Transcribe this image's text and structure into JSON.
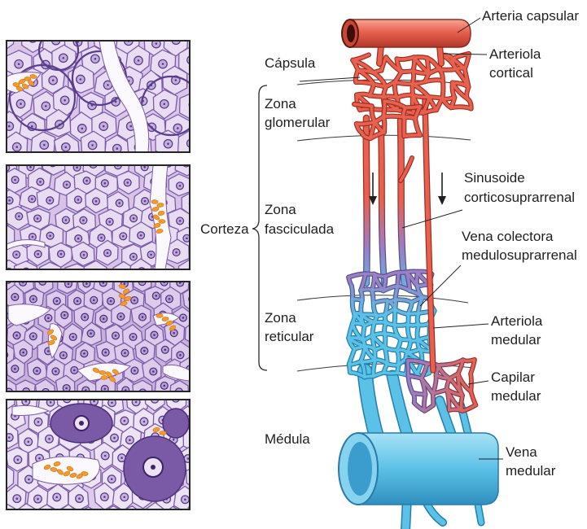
{
  "diagram": {
    "labels": {
      "arteria_capsular": {
        "lines": [
          "Arteria capsular"
        ]
      },
      "capsula": {
        "lines": [
          "Cápsula"
        ]
      },
      "arteriola_cortical": {
        "lines": [
          "Arteriola",
          "cortical"
        ]
      },
      "zona_glomerular": {
        "lines": [
          "Zona",
          "glomerular"
        ]
      },
      "corteza": {
        "lines": [
          "Corteza"
        ]
      },
      "zona_fasciculada": {
        "lines": [
          "Zona",
          "fasciculada"
        ]
      },
      "sinusoide": {
        "lines": [
          "Sinusoide",
          "corticosuprarrenal"
        ]
      },
      "vena_colectora": {
        "lines": [
          "Vena colectora",
          "medulosuprarrenal"
        ]
      },
      "zona_reticular": {
        "lines": [
          "Zona",
          "reticular"
        ]
      },
      "arteriola_medular": {
        "lines": [
          "Arteriola",
          "medular"
        ]
      },
      "capilar_medular": {
        "lines": [
          "Capilar",
          "medular"
        ]
      },
      "medula": {
        "lines": [
          "Médula"
        ]
      },
      "vena_medular": {
        "lines": [
          "Vena",
          "medular"
        ]
      }
    },
    "colors": {
      "arterial": "#e8614f",
      "arterial_dark": "#9e2e22",
      "transition": "#9a7fc4",
      "transition_dark": "#5a4c8e",
      "venous": "#5cc1e6",
      "venous_dark": "#1f7fae",
      "erythrocytes": "#f39a2c",
      "stain": "#7c5ca8"
    }
  }
}
